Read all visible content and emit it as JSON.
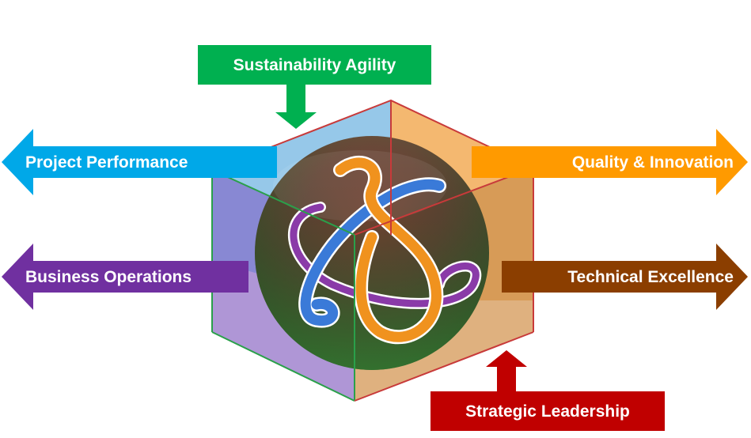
{
  "labels": {
    "top": "Sustainability Agility",
    "left_upper": "Project Performance",
    "left_lower": "Business Operations",
    "right_upper": "Quality & Innovation",
    "right_lower": "Technical Excellence",
    "bottom": "Strategic Leadership"
  },
  "colors": {
    "green": "#00B050",
    "blue": "#00A8E8",
    "purple": "#7030A0",
    "orange": "#FF9A00",
    "brown": "#8B3E00",
    "red": "#C00000"
  },
  "icons": {
    "center": "atom-orbit-sphere-icon",
    "container": "transparent-cube"
  }
}
